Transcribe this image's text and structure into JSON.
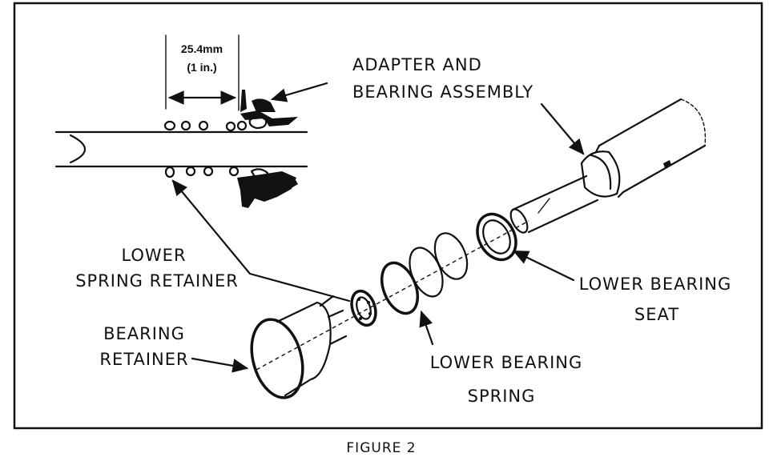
{
  "figure": {
    "caption": "FIGURE 2",
    "dimension": {
      "metric": "25.4mm",
      "imperial": "(1 in.)"
    },
    "labels": {
      "adapter_line1": "ADAPTER AND",
      "adapter_line2": "BEARING ASSEMBLY",
      "lower_spring_retainer_line1": "LOWER",
      "lower_spring_retainer_line2": "SPRING RETAINER",
      "bearing_retainer_line1": "BEARING",
      "bearing_retainer_line2": "RETAINER",
      "lower_bearing_spring_line1": "LOWER BEARING",
      "lower_bearing_spring_line2": "SPRING",
      "lower_bearing_seat_line1": "LOWER BEARING",
      "lower_bearing_seat_line2": "SEAT"
    }
  }
}
